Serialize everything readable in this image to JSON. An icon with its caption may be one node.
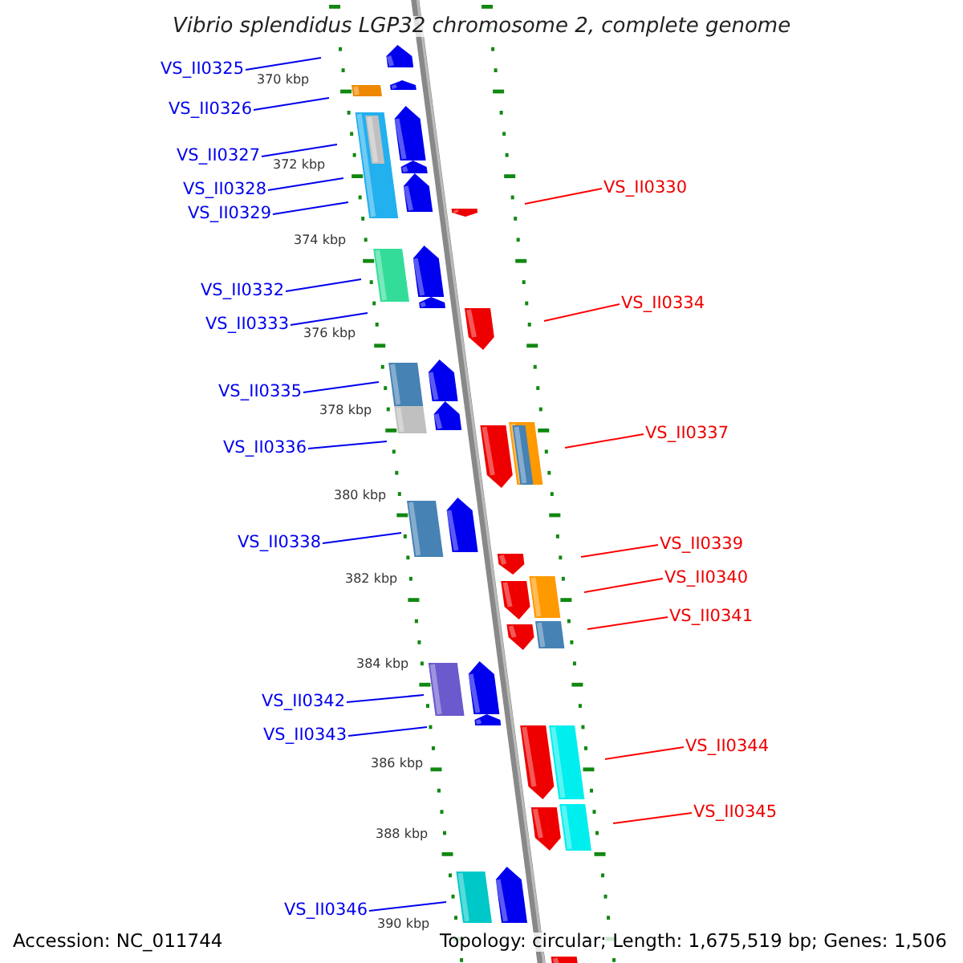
{
  "diagram": {
    "title": "Vibrio splendidus LGP32 chromosome 2, complete genome",
    "nodes": [
      {
        "text": [
          "VS_II0325"
        ]
      },
      {
        "text": [
          "VS_II0326"
        ]
      },
      {
        "text": [
          "VS_II0327"
        ]
      },
      {
        "text": [
          "VS_II0328"
        ]
      },
      {
        "text": [
          "VS_II0329"
        ]
      },
      {
        "text": [
          "VS_II0332"
        ]
      },
      {
        "text": [
          "VS_II0333"
        ]
      },
      {
        "text": [
          "VS_II0335"
        ]
      },
      {
        "text": [
          "VS_II0336"
        ]
      },
      {
        "text": [
          "VS_II0338"
        ]
      },
      {
        "text": [
          "VS_II0342"
        ]
      },
      {
        "text": [
          "VS_II0343"
        ]
      },
      {
        "text": [
          "VS_II0346"
        ]
      },
      {
        "text": [
          "VS_II0330"
        ]
      },
      {
        "text": [
          "VS_II0334"
        ]
      },
      {
        "text": [
          "VS_II0337"
        ]
      },
      {
        "text": [
          "VS_II0339"
        ]
      },
      {
        "text": [
          "VS_II0340"
        ]
      },
      {
        "text": [
          "VS_II0341"
        ]
      },
      {
        "text": [
          "VS_II0344"
        ]
      },
      {
        "text": [
          "VS_II0345"
        ]
      }
    ],
    "edges": [
      {
        "from": 0,
        "to": null,
        "arrow": "none"
      },
      {
        "from": 1,
        "to": null,
        "arrow": "none"
      },
      {
        "from": 2,
        "to": null,
        "arrow": "none"
      },
      {
        "from": 3,
        "to": null,
        "arrow": "none"
      },
      {
        "from": 4,
        "to": null,
        "arrow": "none"
      },
      {
        "from": 5,
        "to": null,
        "arrow": "none"
      },
      {
        "from": 6,
        "to": null,
        "arrow": "none"
      },
      {
        "from": 7,
        "to": null,
        "arrow": "none"
      },
      {
        "from": 8,
        "to": null,
        "arrow": "none"
      },
      {
        "from": 9,
        "to": null,
        "arrow": "none"
      },
      {
        "from": 10,
        "to": null,
        "arrow": "none"
      },
      {
        "from": 11,
        "to": null,
        "arrow": "none"
      },
      {
        "from": 12,
        "to": null,
        "arrow": "none"
      },
      {
        "from": 13,
        "to": null,
        "arrow": "none",
        "color": "#ff0000"
      },
      {
        "from": 14,
        "to": null,
        "arrow": "none",
        "color": "#ff0000"
      },
      {
        "from": 15,
        "to": null,
        "arrow": "none",
        "color": "#ff0000"
      },
      {
        "from": 16,
        "to": null,
        "arrow": "none",
        "color": "#ff0000"
      },
      {
        "from": 17,
        "to": null,
        "arrow": "none",
        "color": "#ff0000"
      },
      {
        "from": 18,
        "to": null,
        "arrow": "none",
        "color": "#ff0000"
      },
      {
        "from": 19,
        "to": null,
        "arrow": "none",
        "color": "#ff0000"
      },
      {
        "from": 20,
        "to": null,
        "arrow": "none",
        "color": "#ff0000"
      }
    ],
    "labels": [
      "370 kbp",
      "372 kbp",
      "374 kbp",
      "376 kbp",
      "378 kbp",
      "380 kbp",
      "382 kbp",
      "384 kbp",
      "386 kbp",
      "388 kbp",
      "390 kbp",
      "Accession: NC_011744",
      "Topology: circular; Length: 1,675,519 bp; Genes: 1,506"
    ]
  }
}
